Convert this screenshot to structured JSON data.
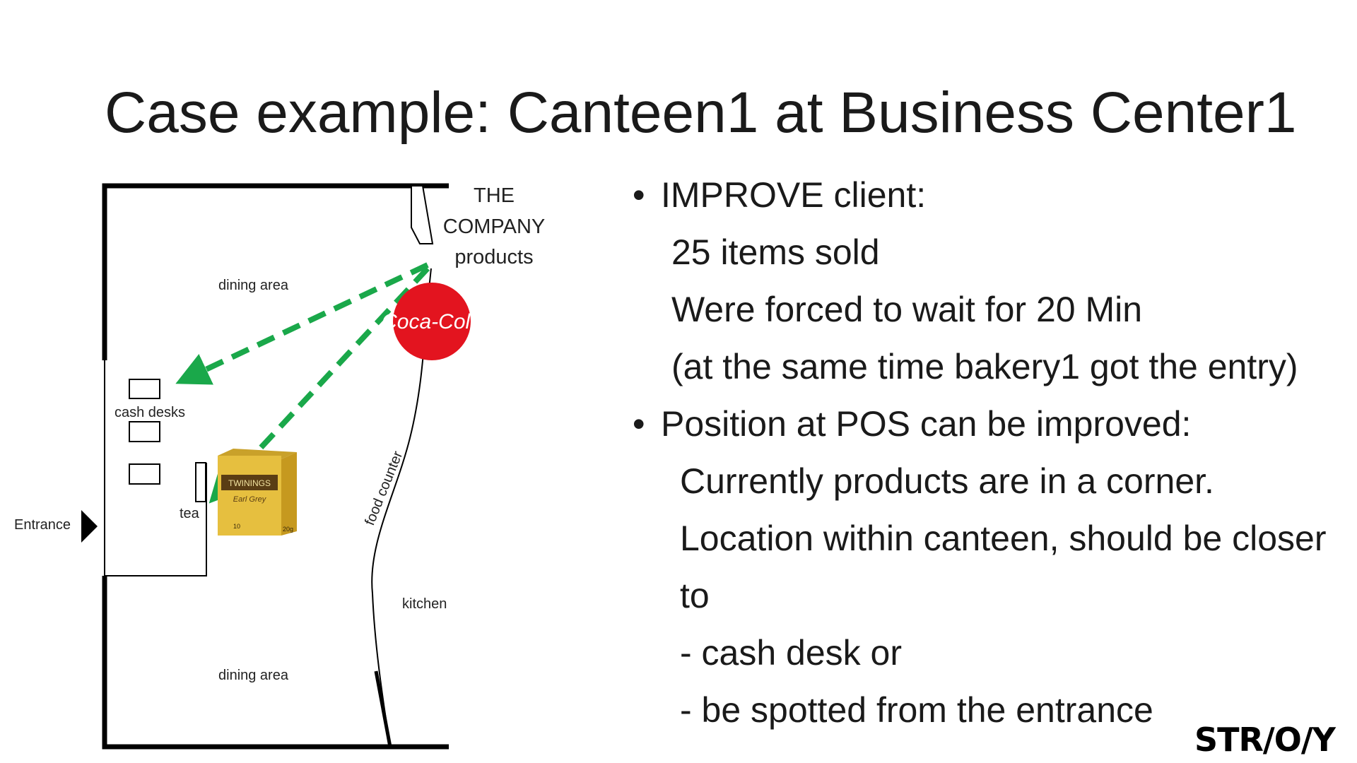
{
  "title": "Case example: Canteen1 at Business Center1",
  "floorplan": {
    "company_label": [
      "THE",
      "COMPANY",
      "products"
    ],
    "dining_top": "dining area",
    "dining_bottom": "dining area",
    "cash_desks": "cash desks",
    "tea": "tea",
    "entrance": "Entrance",
    "food_counter": "food   counter",
    "kitchen": "kitchen",
    "coca_cola_logo": "Coca-Cola",
    "twinings_brand": "TWININGS",
    "twinings_variant": "Earl Grey",
    "twinings_count": "10",
    "twinings_weight": "20g",
    "arrow_color": "#1aa84a",
    "coke_red": "#e3141f"
  },
  "bullets": [
    {
      "bullet": true,
      "indent": 0,
      "text": "IMPROVE client:"
    },
    {
      "bullet": false,
      "indent": 1,
      "text": "25 items sold"
    },
    {
      "bullet": false,
      "indent": 1,
      "text": "Were forced to wait for 20 Min"
    },
    {
      "bullet": false,
      "indent": 1,
      "text": "(at the same time bakery1 got the entry)"
    },
    {
      "bullet": true,
      "indent": 0,
      "text": "Position at POS can be improved:"
    },
    {
      "bullet": false,
      "indent": 2,
      "text": "Currently products are in a corner."
    },
    {
      "bullet": false,
      "indent": 2,
      "text": "Location within canteen, should be closer"
    },
    {
      "bullet": false,
      "indent": 2,
      "text": "to"
    },
    {
      "bullet": false,
      "indent": 2,
      "text": "- cash desk or"
    },
    {
      "bullet": false,
      "indent": 2,
      "text": "- be spotted from the entrance"
    }
  ],
  "logo": "STR/O/Y"
}
